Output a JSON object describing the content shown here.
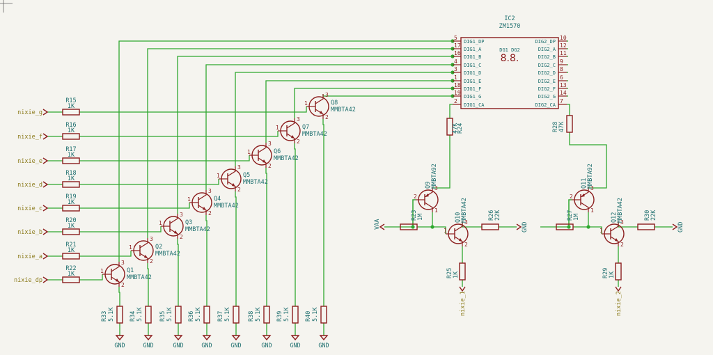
{
  "ic": {
    "ref": "IC2",
    "value": "ZM1570",
    "left_pins": [
      {
        "num": "5",
        "name": "DIG1_DP"
      },
      {
        "num": "17",
        "name": "DIG1_A"
      },
      {
        "num": "16",
        "name": "DIG1_B"
      },
      {
        "num": "4",
        "name": "DIG1_C"
      },
      {
        "num": "3",
        "name": "DIG1_D"
      },
      {
        "num": "1",
        "name": "DIG1_E"
      },
      {
        "num": "18",
        "name": "DIG1_F"
      },
      {
        "num": "19",
        "name": "DIG1_G"
      },
      {
        "num": "2",
        "name": "DIG1_CA"
      }
    ],
    "right_pins": [
      {
        "num": "10",
        "name": "DIG2_DP"
      },
      {
        "num": "12",
        "name": "DIG2_A"
      },
      {
        "num": "11",
        "name": "DIG2_B"
      },
      {
        "num": "9",
        "name": "DIG2_C"
      },
      {
        "num": "8",
        "name": "DIG2_D"
      },
      {
        "num": "6",
        "name": "DIG2_E"
      },
      {
        "num": "13",
        "name": "DIG2_F"
      },
      {
        "num": "14",
        "name": "DIG2_G"
      },
      {
        "num": "7",
        "name": "DIG2_CA"
      }
    ],
    "display": "8.8.",
    "dig_labels": "DG1 DG2"
  },
  "inputs": [
    {
      "net": "nixie_g",
      "res": "R15",
      "val": "1K",
      "q": "Q8",
      "qv": "MMBTA42",
      "rb": "R40",
      "rbv": "5.1K"
    },
    {
      "net": "nixie_f",
      "res": "R16",
      "val": "1K",
      "q": "Q7",
      "qv": "MMBTA42",
      "rb": "R39",
      "rbv": "5.1K"
    },
    {
      "net": "nixie_e",
      "res": "R17",
      "val": "1K",
      "q": "Q6",
      "qv": "MMBTA42",
      "rb": "R38",
      "rbv": "5.1K"
    },
    {
      "net": "nixie_d",
      "res": "R18",
      "val": "1K",
      "q": "Q5",
      "qv": "MMBTA42",
      "rb": "R37",
      "rbv": "5.1K"
    },
    {
      "net": "nixie_c",
      "res": "R19",
      "val": "1K",
      "q": "Q4",
      "qv": "MMBTA42",
      "rb": "R36",
      "rbv": "5.1K"
    },
    {
      "net": "nixie_b",
      "res": "R20",
      "val": "1K",
      "q": "Q3",
      "qv": "MMBTA42",
      "rb": "R35",
      "rbv": "5.1K"
    },
    {
      "net": "nixie_a",
      "res": "R21",
      "val": "1K",
      "q": "Q2",
      "qv": "MMBTA42",
      "rb": "R34",
      "rbv": "5.1K"
    },
    {
      "net": "nixie_dp",
      "res": "R22",
      "val": "1K",
      "q": "Q1",
      "qv": "MMBTA42",
      "rb": "R33",
      "rbv": "5.1K"
    }
  ],
  "gnd": "GND",
  "r24": {
    "ref": "R24",
    "val": "47K"
  },
  "r28": {
    "ref": "R28",
    "val": "47K"
  },
  "left_driver": {
    "vaa": "VAA",
    "r23": "R23",
    "r23v": "1M",
    "q9": "Q9",
    "q9v": "MMBTA92",
    "q10": "Q10",
    "q10v": "MMBTA42",
    "r26": "R26",
    "r26v": "22K",
    "r25": "R25",
    "r25v": "1K",
    "net": "nixie_1",
    "gnd": "GND"
  },
  "right_driver": {
    "r27": "R27",
    "r27v": "1M",
    "q11": "Q11",
    "q11v": "MMBTA92",
    "q12": "Q12",
    "q12v": "MMBTA42",
    "r30": "R30",
    "r30v": "22K",
    "r29": "R29",
    "r29v": "1K",
    "net": "nixie_2",
    "gnd": "GND"
  },
  "pin_nums": {
    "b": "1",
    "c": "3",
    "e": "2"
  }
}
